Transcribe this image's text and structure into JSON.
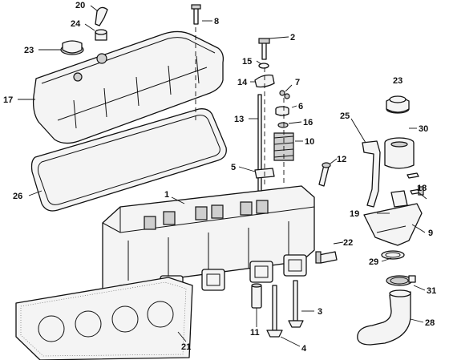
{
  "callouts": [
    "1",
    "2",
    "3",
    "4",
    "5",
    "6",
    "7",
    "8",
    "9",
    "10",
    "11",
    "12",
    "13",
    "14",
    "15",
    "16",
    "17",
    "18",
    "19",
    "20",
    "21",
    "22",
    "23",
    "24",
    "25",
    "26",
    "28",
    "29",
    "30",
    "31"
  ],
  "colors": {
    "line": "#111111",
    "fill": "#f4f4f4",
    "shade": "#cfcfcf",
    "background": "#ffffff"
  }
}
